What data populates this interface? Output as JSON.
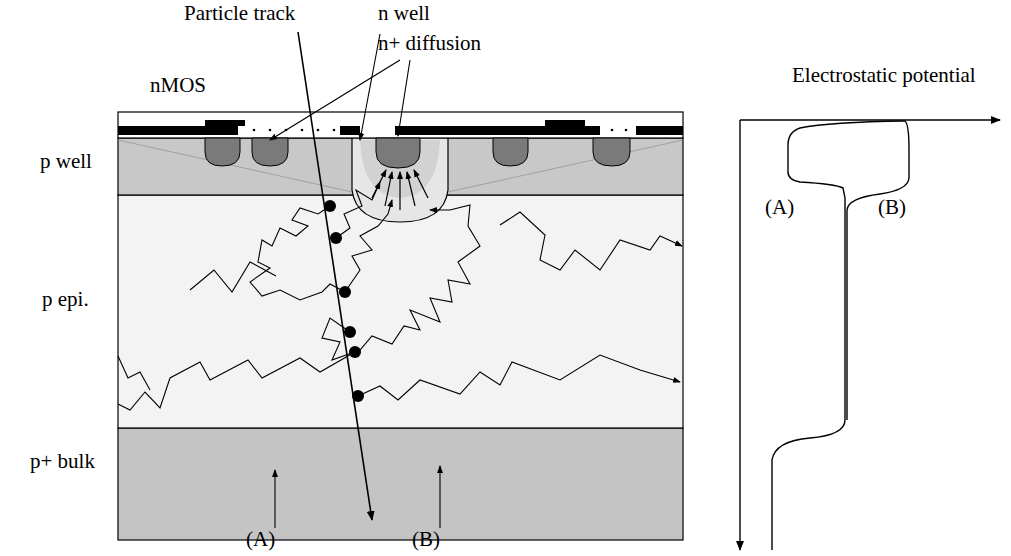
{
  "diagram": {
    "labels": [
      "Particle track",
      "n well",
      "n+ diffusion",
      "nMOS",
      "Electrostatic potential",
      "p well",
      "(A)",
      "(B)",
      "p epi.",
      "p+ bulk",
      "(A)",
      "(B)"
    ]
  }
}
